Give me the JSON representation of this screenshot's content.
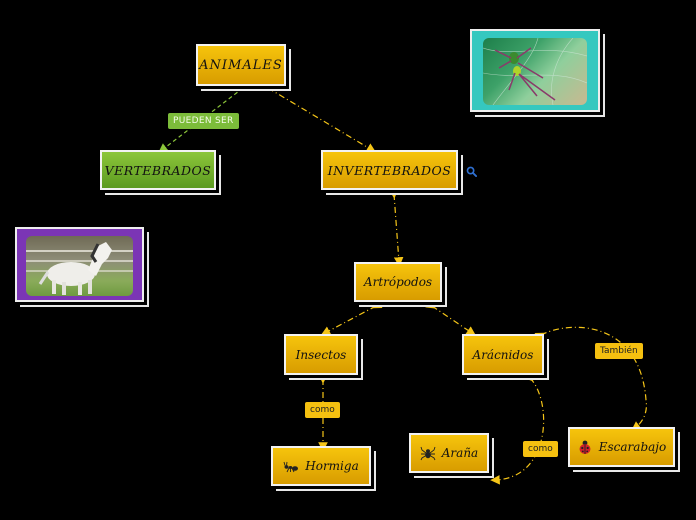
{
  "colors": {
    "background": "#000000",
    "node_yellow": "#f6c40c",
    "node_green": "#7ab832",
    "connector_yellow": "#f5c518",
    "connector_green": "#8cc63a",
    "frame_teal": "#37c9c0",
    "frame_purple": "#7b35b5",
    "search_icon": "#2f6fd0"
  },
  "nodes": {
    "animales": "ANIMALES",
    "vertebrados": "VERTEBRADOS",
    "invertebrados": "INVERTEBRADOS",
    "artropodos": "Artrópodos",
    "insectos": "Insectos",
    "aracnidos": "Arácnidos",
    "hormiga": "Hormiga",
    "arana": "Araña",
    "escarabajo": "Escarabajo"
  },
  "link_labels": {
    "pueden_ser": "PUEDEN SER",
    "como_hormiga": "como",
    "como_arana": "como",
    "tambien": "También"
  },
  "icons": {
    "hormiga": "ant-icon",
    "arana": "spider-icon",
    "escarabajo": "ladybug-icon",
    "invertebrados_action": "search-icon"
  },
  "images": {
    "top_right": "spider-web-photo",
    "left": "white-horse-photo"
  }
}
